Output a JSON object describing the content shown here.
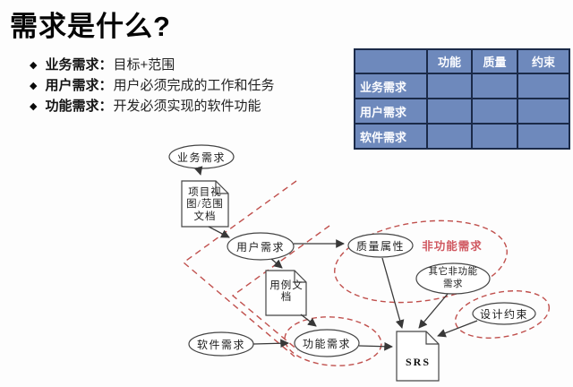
{
  "slide": {
    "title": "需求是什么?",
    "bullet_glyph": "◆",
    "bullets": [
      {
        "term": "业务需求：",
        "desc": "目标+范围"
      },
      {
        "term": "用户需求：",
        "desc": "用户必须完成的工作和任务"
      },
      {
        "term": "功能需求：",
        "desc": "开发必须实现的软件功能"
      }
    ]
  },
  "table": {
    "header": [
      "",
      "功能",
      "质量",
      "约束"
    ],
    "row_labels": [
      "业务需求",
      "用户需求",
      "软件需求"
    ],
    "colors": {
      "fill": "#6e89bc",
      "border": "#1b2a48",
      "text": "#ffffff"
    }
  },
  "diagram": {
    "labels": {
      "business_req": "业务需求",
      "user_req": "用户需求",
      "software_req": "软件需求",
      "func_req": "功能需求",
      "quality_attr": "质量属性",
      "design_constraint": "设计约束",
      "nonfunc_group": "非功能需求",
      "srs": "SRS"
    },
    "multiline": {
      "vision_doc": [
        "项目视",
        "图/范围",
        "文档"
      ],
      "usecase_doc": [
        "用例文",
        "档"
      ],
      "other_nonfunc": [
        "其它非功能",
        "需求"
      ]
    },
    "colors": {
      "shape_stroke": "#454545",
      "arrow": "#383838",
      "dashed_red": "#c0504d",
      "nonfunc_label": "#d05860"
    }
  }
}
